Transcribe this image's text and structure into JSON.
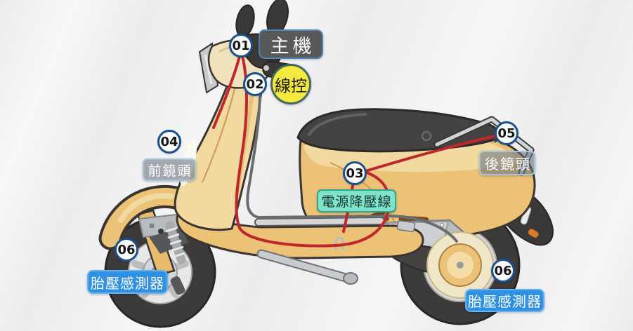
{
  "illustration": {
    "name": "scooter-side-view-wiring-diagram",
    "vehicle": "scooter"
  },
  "callouts": [
    {
      "id": "main-unit",
      "number": "01",
      "label": "主機",
      "style": "dark"
    },
    {
      "id": "wire-controller",
      "number": "02",
      "label": "線控",
      "style": "yellow"
    },
    {
      "id": "power-stepdown-cable",
      "number": "03",
      "label": "電源降壓線",
      "style": "teal"
    },
    {
      "id": "front-camera",
      "number": "04",
      "label": "前鏡頭",
      "style": "glass"
    },
    {
      "id": "rear-camera",
      "number": "05",
      "label": "後鏡頭",
      "style": "glass"
    },
    {
      "id": "tire-pressure-sensor-front",
      "number": "06",
      "label": "胎壓感測器",
      "style": "blue"
    },
    {
      "id": "tire-pressure-sensor-rear",
      "number": "06",
      "label": "胎壓感測器",
      "style": "blue"
    }
  ],
  "colors": {
    "background": "#ececee",
    "number_circle_border": "#19508f",
    "main_unit_bg": "#58595b",
    "main_unit_border": "#4f83b4",
    "wire_control_bg": "#f4e93e",
    "wire_control_border": "#3f6a60",
    "camera_label_bg": "rgba(104,114,126,0.58)",
    "camera_label_border": "#a3c6dc",
    "power_cable_bg": "#7fe2ca",
    "power_cable_border": "#2ba88e",
    "tpms_bg": "#2f90e4",
    "tpms_border": "#66b3f2",
    "cable_red": "#c0272d",
    "body_tan_light": "#f2d9a0",
    "body_gold": "#ecc277"
  }
}
